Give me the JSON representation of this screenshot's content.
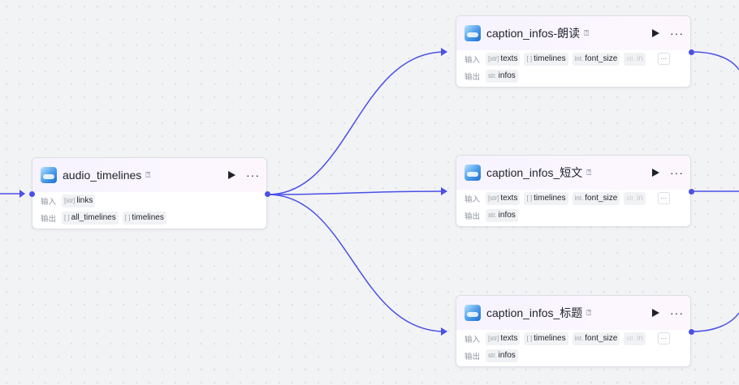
{
  "colors": {
    "accent": "#4b50e6",
    "canvas": "#f2f3f5"
  },
  "labels": {
    "input": "输入",
    "output": "输出"
  },
  "nodes": {
    "audio": {
      "title": "audio_timelines",
      "tag_icon": "⍰",
      "inputs": [
        {
          "type": "[str]",
          "name": "links"
        }
      ],
      "outputs": [
        {
          "type": "[ ]",
          "name": "all_timelines"
        },
        {
          "type": "[ ]",
          "name": "timelines"
        }
      ]
    },
    "cap1": {
      "title": "caption_infos-朗读",
      "tag_icon": "⍰",
      "inputs": [
        {
          "type": "[str]",
          "name": "texts"
        },
        {
          "type": "[ ]",
          "name": "timelines"
        },
        {
          "type": "int.",
          "name": "font_size"
        },
        {
          "type": "str.",
          "name": "in"
        }
      ],
      "outputs": [
        {
          "type": "str.",
          "name": "infos"
        }
      ]
    },
    "cap2": {
      "title": "caption_infos_短文",
      "tag_icon": "⍰",
      "inputs": [
        {
          "type": "[str]",
          "name": "texts"
        },
        {
          "type": "[ ]",
          "name": "timelines"
        },
        {
          "type": "int.",
          "name": "font_size"
        },
        {
          "type": "str.",
          "name": "in"
        }
      ],
      "outputs": [
        {
          "type": "str.",
          "name": "infos"
        }
      ]
    },
    "cap3": {
      "title": "caption_infos_标题",
      "tag_icon": "⍰",
      "inputs": [
        {
          "type": "[str]",
          "name": "texts"
        },
        {
          "type": "[ ]",
          "name": "timelines"
        },
        {
          "type": "int.",
          "name": "font_size"
        },
        {
          "type": "str.",
          "name": "in"
        }
      ],
      "outputs": [
        {
          "type": "str.",
          "name": "infos"
        }
      ]
    }
  },
  "more_symbol": "···"
}
